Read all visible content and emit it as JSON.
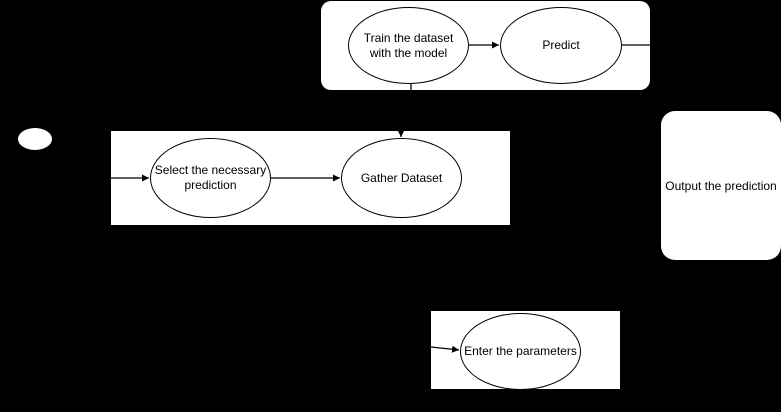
{
  "nodes": {
    "train": "Train the dataset with the model",
    "predict": "Predict",
    "select": "Select the necessary prediction",
    "gather": "Gather Dataset",
    "output": "Output the prediction",
    "enter": "Enter the parameters"
  },
  "colors": {
    "background": "#000000",
    "panel": "#ffffff",
    "stroke": "#000000"
  }
}
